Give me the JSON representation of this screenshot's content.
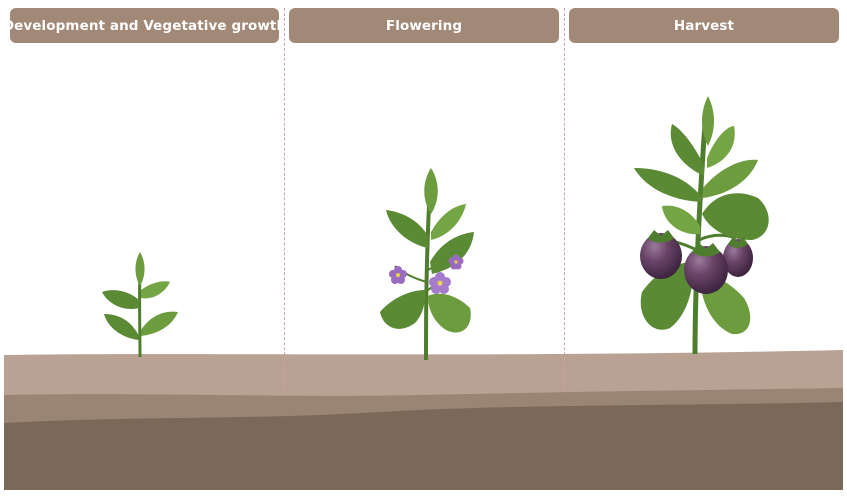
{
  "stages": [
    {
      "label": "Development and Vegetative growth"
    },
    {
      "label": "Flowering"
    },
    {
      "label": "Harvest"
    }
  ],
  "colors": {
    "header_bg": "#a28877",
    "header_text": "#ffffff",
    "divider": "#cfa6a6",
    "soil_top": "#b9a193",
    "soil_mid": "#9a8474",
    "soil_deep": "#7a6958",
    "leaf": "#5a8a34",
    "leaf_light": "#74a544",
    "stem": "#4e7d2e",
    "flower": "#9a6bc0",
    "fruit": "#5e3a60"
  },
  "icons": [
    "seedling-illustration",
    "flowering-plant-illustration",
    "eggplant-plant-illustration"
  ]
}
